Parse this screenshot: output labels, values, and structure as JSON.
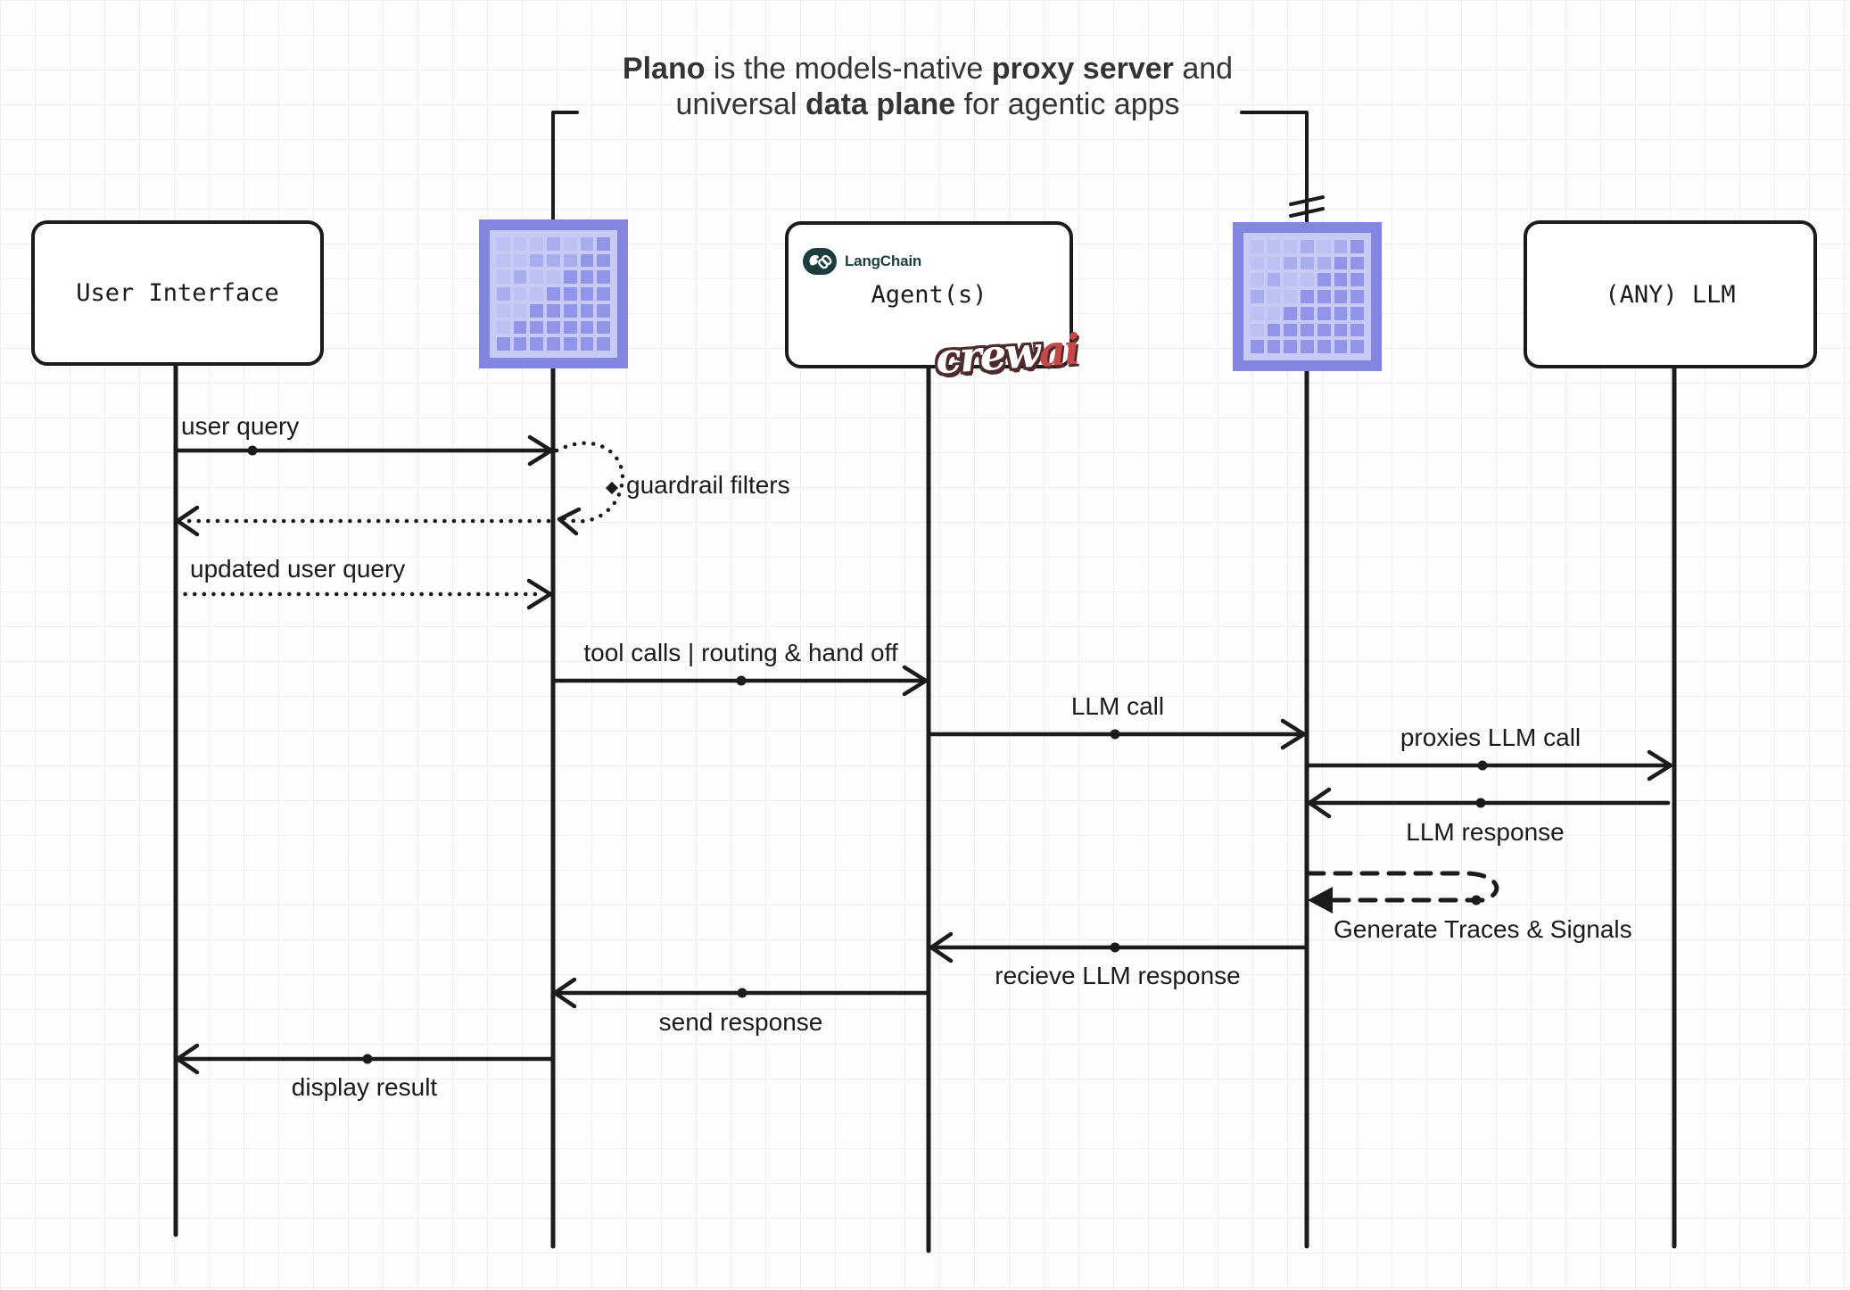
{
  "title": {
    "l1a": "Plano",
    "l1b": " is the models-native ",
    "l1c": "proxy server",
    "l1d": " and",
    "l2a": "universal ",
    "l2b": "data plane",
    "l2c": " for agentic apps"
  },
  "actors": {
    "user_interface": {
      "label": "User Interface"
    },
    "plano_left": {
      "icon": "plano-grid-logo"
    },
    "agents": {
      "label": "Agent(s)",
      "langchain_label": "LangChain",
      "crewai_crew": "crew",
      "crewai_ai": "ai"
    },
    "plano_right": {
      "icon": "plano-grid-logo"
    },
    "any_llm": {
      "label": "(ANY) LLM"
    }
  },
  "messages": {
    "user_query": "user query",
    "guardrail_filters": "guardrail filters",
    "updated_user_query": "updated user query",
    "tool_calls": "tool calls | routing & hand off",
    "llm_call": "LLM call",
    "proxies_llm_call": "proxies LLM call",
    "llm_response": "LLM response",
    "generate_traces": "Generate Traces & Signals",
    "recieve_llm_response": "recieve LLM response",
    "send_response": "send response",
    "display_result": "display result"
  },
  "colors": {
    "line": "#1b1b1b",
    "plano_icon_border": "#8286de",
    "plano_icon_bg": "#c7caf4",
    "langchain_dark": "#1d3d3c",
    "crewai_red": "#c64747",
    "crewai_outline": "#4f2a2c"
  },
  "plano_icon_pattern": [
    [
      0,
      0,
      0,
      1,
      0,
      1,
      2
    ],
    [
      0,
      0,
      1,
      1,
      1,
      2,
      2
    ],
    [
      0,
      1,
      0,
      0,
      2,
      2,
      2
    ],
    [
      1,
      0,
      0,
      2,
      2,
      2,
      2
    ],
    [
      0,
      0,
      2,
      2,
      2,
      2,
      2
    ],
    [
      0,
      2,
      2,
      2,
      2,
      2,
      2
    ],
    [
      2,
      2,
      2,
      2,
      2,
      2,
      2
    ]
  ]
}
